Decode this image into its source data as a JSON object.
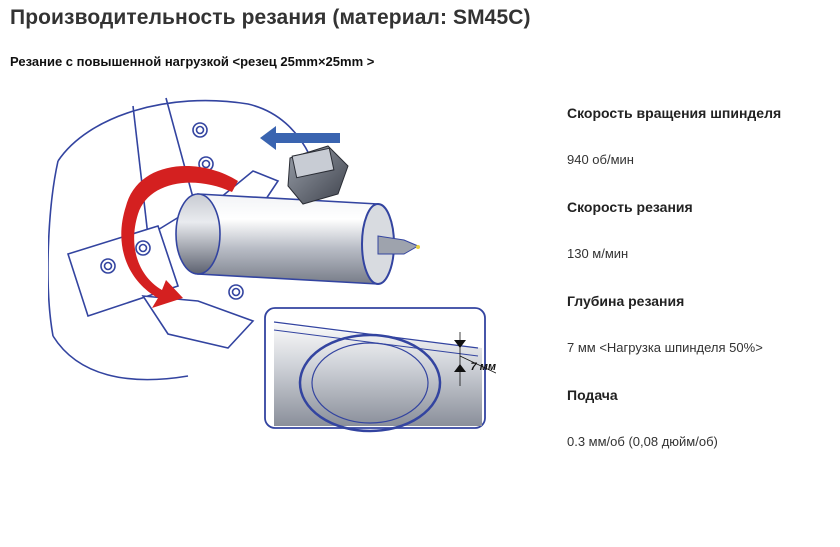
{
  "title": "Производительность резания (материал: SM45C)",
  "subtitle": "Резание с повышенной нагрузкой <резец 25mm×25mm >",
  "diagram": {
    "depth_label": "7 мм",
    "colors": {
      "outline": "#3344a0",
      "arrow_red": "#d42020",
      "arrow_blue": "#3a64b0",
      "part": "#b8bcc4"
    }
  },
  "specs": [
    {
      "label": "Скорость вращения шпинделя",
      "value": "940 об/мин"
    },
    {
      "label": "Скорость резания",
      "value": "130 м/мин"
    },
    {
      "label": "Глубина резания",
      "value": "7 мм <Нагрузка шпинделя 50%>"
    },
    {
      "label": "Подача",
      "value": "0.3 мм/об (0,08 дюйм/об)"
    }
  ]
}
